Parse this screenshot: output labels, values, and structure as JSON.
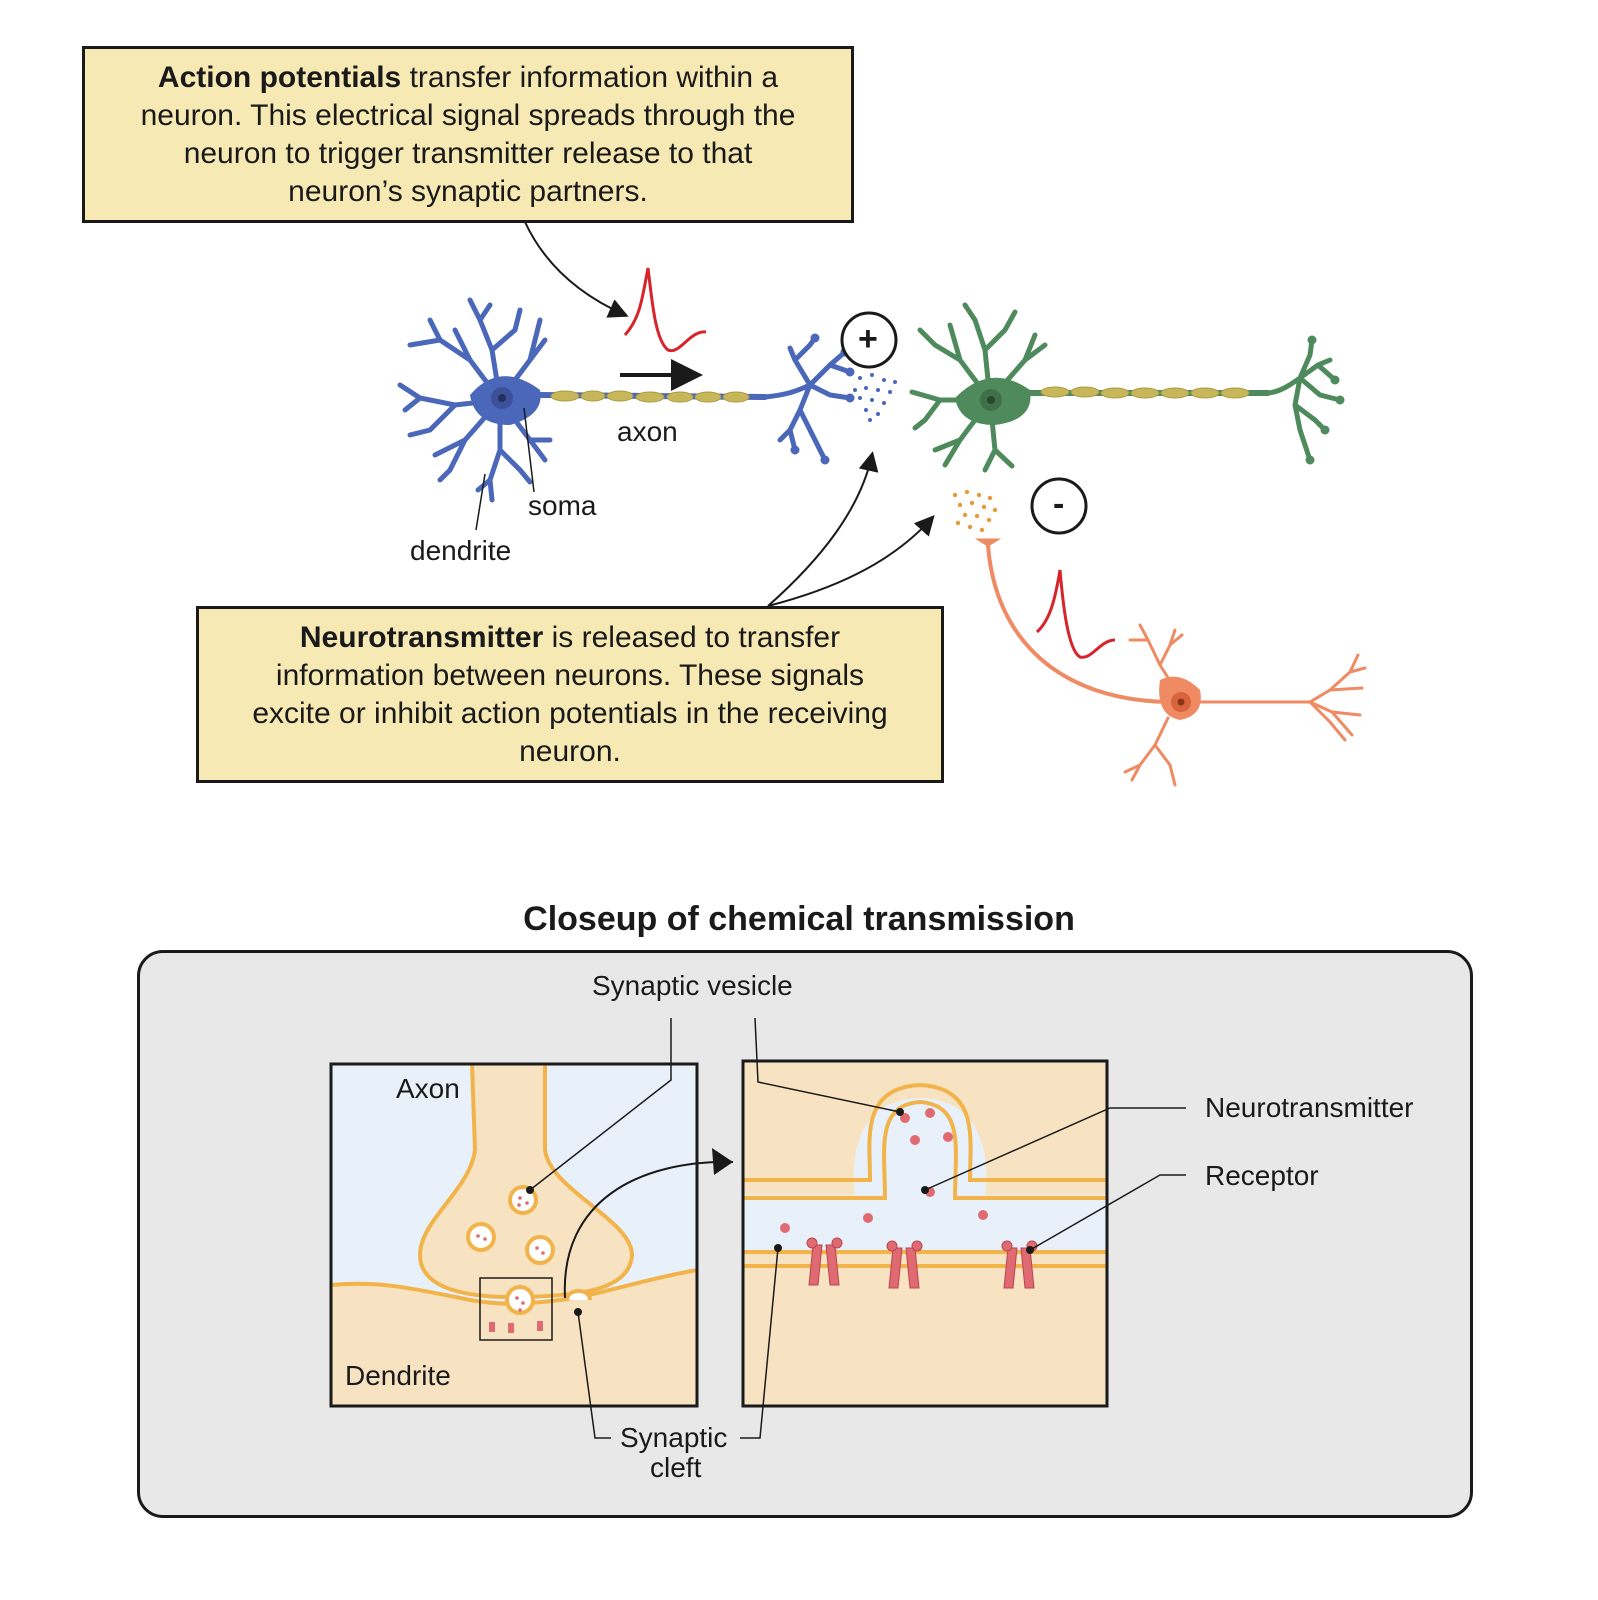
{
  "top": {
    "action_box": {
      "bold": "Action potentials",
      "rest": " transfer information within a neuron. This electrical signal spreads through the neuron to trigger transmitter release to that neuron’s synaptic partners."
    },
    "neuro_box": {
      "bold": "Neurotransmitter",
      "rest": " is released to transfer information between neurons. These signals excite or inhibit action potentials in the receiving neuron."
    },
    "labels": {
      "axon": "axon",
      "soma": "soma",
      "dendrite": "dendrite",
      "plus": "+",
      "minus": "-"
    }
  },
  "closeup": {
    "title": "Closeup of chemical transmission",
    "labels": {
      "synaptic_vesicle": "Synaptic vesicle",
      "axon": "Axon",
      "dendrite": "Dendrite",
      "neurotransmitter": "Neurotransmitter",
      "receptor": "Receptor",
      "synaptic_cleft_1": "Synaptic",
      "synaptic_cleft_2": "cleft"
    }
  },
  "colors": {
    "blue_neuron": "#4a67b9",
    "green_neuron": "#4f8a5c",
    "orange_neuron": "#ef8a62",
    "myelin": "#c8b75a",
    "spike": "#d8232a",
    "box_fill": "#f7e9b4",
    "membrane": "#f2b44a",
    "cytoplasm": "#f7e3c1",
    "cleft": "#e8f1fa",
    "receptor": "#e06a72"
  }
}
